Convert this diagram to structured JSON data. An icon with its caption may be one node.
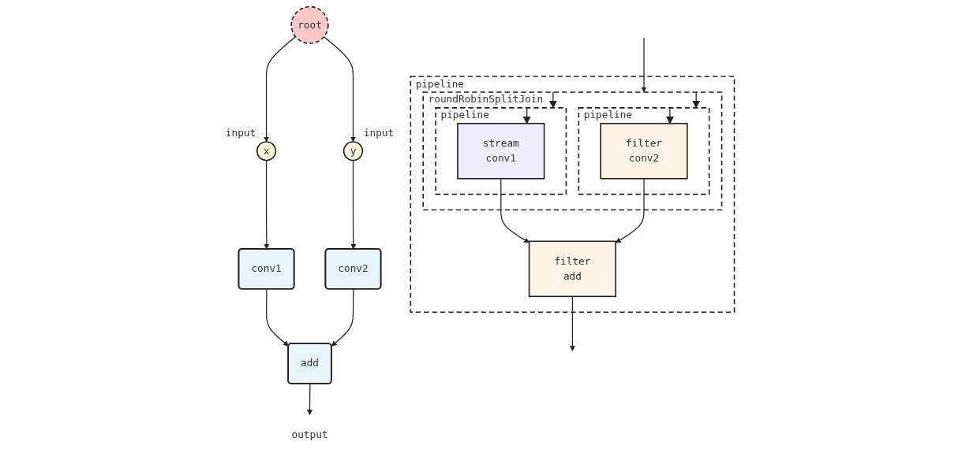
{
  "diagram": {
    "nodes": [
      {
        "text": [
          "root"
        ]
      },
      {
        "text": [
          "x"
        ],
        "beside": [
          "input"
        ]
      },
      {
        "text": [
          "y"
        ],
        "beside": [
          "input"
        ]
      },
      {
        "text": [
          "conv1"
        ]
      },
      {
        "text": [
          "conv2"
        ]
      },
      {
        "text": [
          "add"
        ]
      },
      {
        "text": [
          "output"
        ]
      },
      {
        "text": [
          "pipeline"
        ]
      },
      {
        "text": [
          "roundRobinSplitJoin"
        ],
        "in": 7
      },
      {
        "text": [
          "pipeline"
        ],
        "in": 8
      },
      {
        "text": [
          "stream",
          "conv1"
        ],
        "in": 9
      },
      {
        "text": [
          "pipeline"
        ],
        "in": 8
      },
      {
        "text": [
          "filter",
          "conv2"
        ],
        "in": 11
      },
      {
        "text": [
          "filter",
          "add"
        ],
        "in": 7
      }
    ],
    "edges": [
      {
        "from": 0,
        "to": 1,
        "arrow": "to"
      },
      {
        "from": 0,
        "to": 2,
        "arrow": "to"
      },
      {
        "from": 1,
        "to": 3,
        "arrow": "to"
      },
      {
        "from": 2,
        "to": 4,
        "arrow": "to"
      },
      {
        "from": 3,
        "to": 5,
        "arrow": "to"
      },
      {
        "from": 4,
        "to": 5,
        "arrow": "to"
      },
      {
        "from": 5,
        "to": 6,
        "arrow": "to"
      },
      {
        "from": null,
        "to": 8,
        "arrow": "to"
      },
      {
        "from": 8,
        "to": 9,
        "arrow": "to"
      },
      {
        "from": 8,
        "to": 11,
        "arrow": "to"
      },
      {
        "from": 9,
        "to": 10,
        "arrow": "to"
      },
      {
        "from": 11,
        "to": 12,
        "arrow": "to"
      },
      {
        "from": 10,
        "to": 13,
        "arrow": "to"
      },
      {
        "from": 12,
        "to": 13,
        "arrow": "to"
      },
      {
        "from": 13,
        "to": null,
        "arrow": "to"
      }
    ]
  }
}
